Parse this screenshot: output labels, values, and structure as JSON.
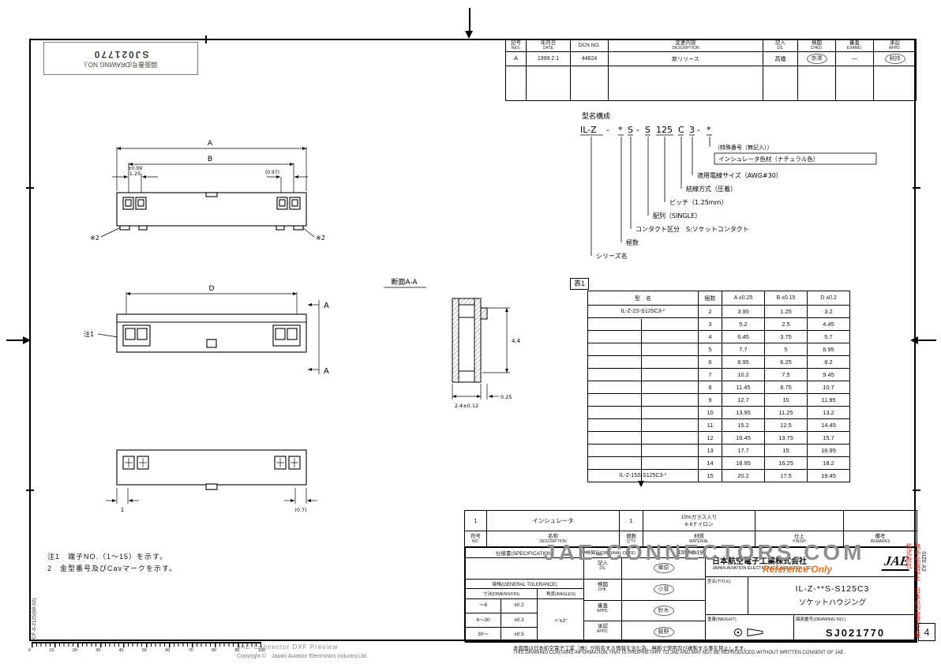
{
  "meta": {
    "sheet_no": "4",
    "size_label": "SIZE A3",
    "form_no": "DCF-0-2125(98.02)"
  },
  "stamp": {
    "line1": "図面番号(DRAWING NO.)",
    "line2": "SJ021770"
  },
  "revision_table": {
    "headers": [
      {
        "jp": "記号",
        "en": "REV."
      },
      {
        "jp": "年月日",
        "en": "DATE"
      },
      {
        "jp": "DCN NO.",
        "en": ""
      },
      {
        "jp": "変更内容",
        "en": "DESCRIPTION"
      },
      {
        "jp": "記入",
        "en": "DS."
      },
      {
        "jp": "検図",
        "en": "CHKD."
      },
      {
        "jp": "審査",
        "en": "EXAMD."
      },
      {
        "jp": "承認",
        "en": "APPD."
      }
    ],
    "rows": [
      {
        "rev": "A",
        "date": "1999.2.1",
        "dcn": "44824",
        "desc": "新リリース",
        "ds": "高橋",
        "chk": "赤澤",
        "exam": "—",
        "appd": "剣持"
      }
    ]
  },
  "part_number": {
    "title": "型名構成",
    "segments": [
      "IL-Z",
      "-",
      "*",
      "S",
      "-",
      "S",
      "125",
      "C",
      "3",
      "-",
      "*"
    ],
    "callouts": [
      "（特殊番号（無記入））",
      "インシュレータ色材（ナチュラル色）",
      "適用電線サイズ（AWG#30）",
      "結線方式（圧着）",
      "ピッチ（1.25mm）",
      "配列（SINGLE）",
      "コンタクト区分　S:ソケットコンタクト",
      "極数",
      "シリーズ名"
    ]
  },
  "table1": {
    "caption": "表1",
    "headers": [
      "型　名",
      "極数",
      "A ±0.25",
      "B ±0.15",
      "D ±0.2"
    ],
    "rows": [
      {
        "name": "IL-Z-2S-S125C3-*",
        "pins": "2",
        "a": "3.95",
        "b": "1.25",
        "d": "3.2"
      },
      {
        "name": "",
        "pins": "3",
        "a": "5.2",
        "b": "2.5",
        "d": "4.45"
      },
      {
        "name": "",
        "pins": "4",
        "a": "6.45",
        "b": "3.75",
        "d": "5.7"
      },
      {
        "name": "",
        "pins": "5",
        "a": "7.7",
        "b": "5",
        "d": "6.95"
      },
      {
        "name": "",
        "pins": "6",
        "a": "8.95",
        "b": "6.25",
        "d": "8.2"
      },
      {
        "name": "",
        "pins": "7",
        "a": "10.2",
        "b": "7.5",
        "d": "9.45"
      },
      {
        "name": "",
        "pins": "8",
        "a": "11.45",
        "b": "8.75",
        "d": "10.7"
      },
      {
        "name": "",
        "pins": "9",
        "a": "12.7",
        "b": "10",
        "d": "11.95"
      },
      {
        "name": "",
        "pins": "10",
        "a": "13.95",
        "b": "11.25",
        "d": "13.2"
      },
      {
        "name": "",
        "pins": "11",
        "a": "15.2",
        "b": "12.5",
        "d": "14.45"
      },
      {
        "name": "",
        "pins": "12",
        "a": "16.45",
        "b": "13.75",
        "d": "15.7"
      },
      {
        "name": "",
        "pins": "13",
        "a": "17.7",
        "b": "15",
        "d": "16.95"
      },
      {
        "name": "",
        "pins": "14",
        "a": "18.95",
        "b": "16.25",
        "d": "18.2"
      },
      {
        "name": "IL-Z-15S-S125C3-*",
        "pins": "15",
        "a": "20.2",
        "b": "17.5",
        "d": "19.45"
      }
    ]
  },
  "views": {
    "top": {
      "dim_a": "A",
      "dim_b": "B",
      "tol": "±0.09",
      "pitch": "1.25",
      "right": "(0.97)",
      "ref_left": "※2",
      "ref_right": "※2"
    },
    "front": {
      "dim_d": "D",
      "note": "注1",
      "sec_top": "A",
      "sec_bottom": "A"
    },
    "bottom": {
      "dim_left": "1",
      "dim_right": "(0.7)"
    },
    "section": {
      "title": "断面A-A",
      "h": "4.4",
      "w": "2.4±0.12",
      "t": "0.25"
    }
  },
  "notes": [
    "注1　端子NO.（1～15）を示す。",
    "2　金型番号及びCavマークを示す。"
  ],
  "parts_list": {
    "row": {
      "no": "1",
      "desc": "インシュレータ",
      "qty": "1",
      "mat1": "15%ガラス入り",
      "mat2": "6-6ナイロン",
      "finish": "",
      "remarks": ""
    },
    "headers": [
      {
        "jp": "符号",
        "en": "NO."
      },
      {
        "jp": "名称",
        "en": "DESCRIPTION"
      },
      {
        "jp": "個数",
        "en": "Q'TY"
      },
      {
        "jp": "材質",
        "en": "MATERIAL"
      },
      {
        "jp": "仕上",
        "en": "FINISH"
      },
      {
        "jp": "備考",
        "en": "REMARKS"
      }
    ]
  },
  "title_block": {
    "spec_label": "仕様書(SPECIFICATION)",
    "tol_label": "規格(GENERAL TOLERANCE)",
    "dim_header": "寸法(DIMENSION)",
    "ang_header": "角度(ANGLES)",
    "tol_rows": [
      {
        "r": "～6",
        "t": "±0.2"
      },
      {
        "r": "6～30",
        "t": "±0.3"
      },
      {
        "r": "30～",
        "t": "±0.5"
      }
    ],
    "ang_value": "×°±3°",
    "orig_label": "作図日(ORIGINAL DATE)",
    "orig_value": "1997.2.19",
    "approvals": [
      {
        "label": "記入",
        "en": "DS.",
        "name": "郷原"
      },
      {
        "label": "検図",
        "en": "CHK.",
        "name": "小菅"
      },
      {
        "label": "審査",
        "en": "APPD.",
        "name": "鈴木"
      },
      {
        "label": "承認",
        "en": "APPD.",
        "name": "藤野"
      }
    ],
    "company": {
      "jp": "日本航空電子工業株式会社",
      "en": "JAPAN AVIATION ELECTRONICS INDUSTRY, LTD.",
      "logo": "JAE"
    },
    "title": {
      "label": "型名(TITLE)",
      "line1": "IL-Z-**S-S125C3",
      "line2": "ソケットハウジング"
    },
    "weight_label": "重量(WEIGHT)",
    "dwg_label": "図面番号(DRAWING NO.)",
    "dwg_value": "SJ021770"
  },
  "watermarks": {
    "site": "JAE-CONNECTORS.COM",
    "reference": "Reference Only",
    "jp_red": "無断転載禁止　日本航空電子工業株式会社"
  },
  "footer": {
    "gray": "JAE-Connector DXF Preview",
    "copyright": "Copyright ©　Japan Aviation Electronics Industry,Ltd.",
    "legal_jp": "本図面は日本航空電子工業（株）が所有する情報を含む為、無断で使用及び複製する事を禁止します。",
    "legal_en": "THIS DRAWING CONTAINS INFORMATION THAT IS PROPRIETARY TO JAE AND MAY NOT BE REPRODUCED WITHOUT WRITTEN CONSENT OF JAE."
  },
  "ruler": {
    "labels": [
      "0",
      "10",
      "20",
      "30",
      "40",
      "50",
      "60",
      "70",
      "80",
      "90",
      "100"
    ]
  }
}
